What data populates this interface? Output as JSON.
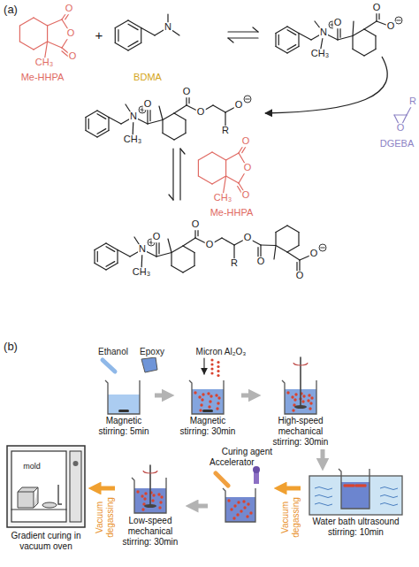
{
  "diagram": {
    "nodes": [
      {
        "text": [
          "Magnetic stirring: 5min"
        ]
      },
      {
        "text": [
          "Magnetic stirring: 30min"
        ]
      },
      {
        "text": [
          "High-speed mechanical stirring: 30min"
        ]
      },
      {
        "text": [
          "Water bath ultrasound stirring: 10min"
        ]
      },
      {
        "text": [
          "Curing agent",
          "Accelerator"
        ]
      },
      {
        "text": [
          "Low-speed mechanical stirring: 30min"
        ]
      },
      {
        "text": [
          "Gradient curing in vacuum oven"
        ]
      }
    ],
    "edges": [
      {
        "from": 0,
        "to": 1,
        "arrow": "to"
      },
      {
        "from": 1,
        "to": 2,
        "arrow": "to"
      },
      {
        "from": 2,
        "to": 3,
        "arrow": "to"
      },
      {
        "from": 3,
        "to": 4,
        "arrow": "to",
        "label": "Vacuum degassing"
      },
      {
        "from": 4,
        "to": 5,
        "arrow": "to"
      },
      {
        "from": 5,
        "to": 6,
        "arrow": "to",
        "label": "Vacuum degassing"
      }
    ],
    "labels": [
      "(a)",
      "O",
      "O",
      "O",
      "CH₃",
      "Me-HHPA",
      "+",
      "N",
      "BDMA",
      "O",
      "N",
      "CH₃",
      "O",
      "O",
      "O",
      "R",
      "DGEBA",
      "O",
      "N",
      "CH₃",
      "O",
      "O",
      "R",
      "O",
      "O",
      "O",
      "O",
      "CH₃",
      "Me-HHPA",
      "O",
      "N",
      "CH₃",
      "O",
      "O",
      "R",
      "O",
      "O",
      "O",
      "O",
      "(b)",
      "Ethanol",
      "Epoxy",
      "Micron Al₂O₃",
      "mold"
    ]
  }
}
